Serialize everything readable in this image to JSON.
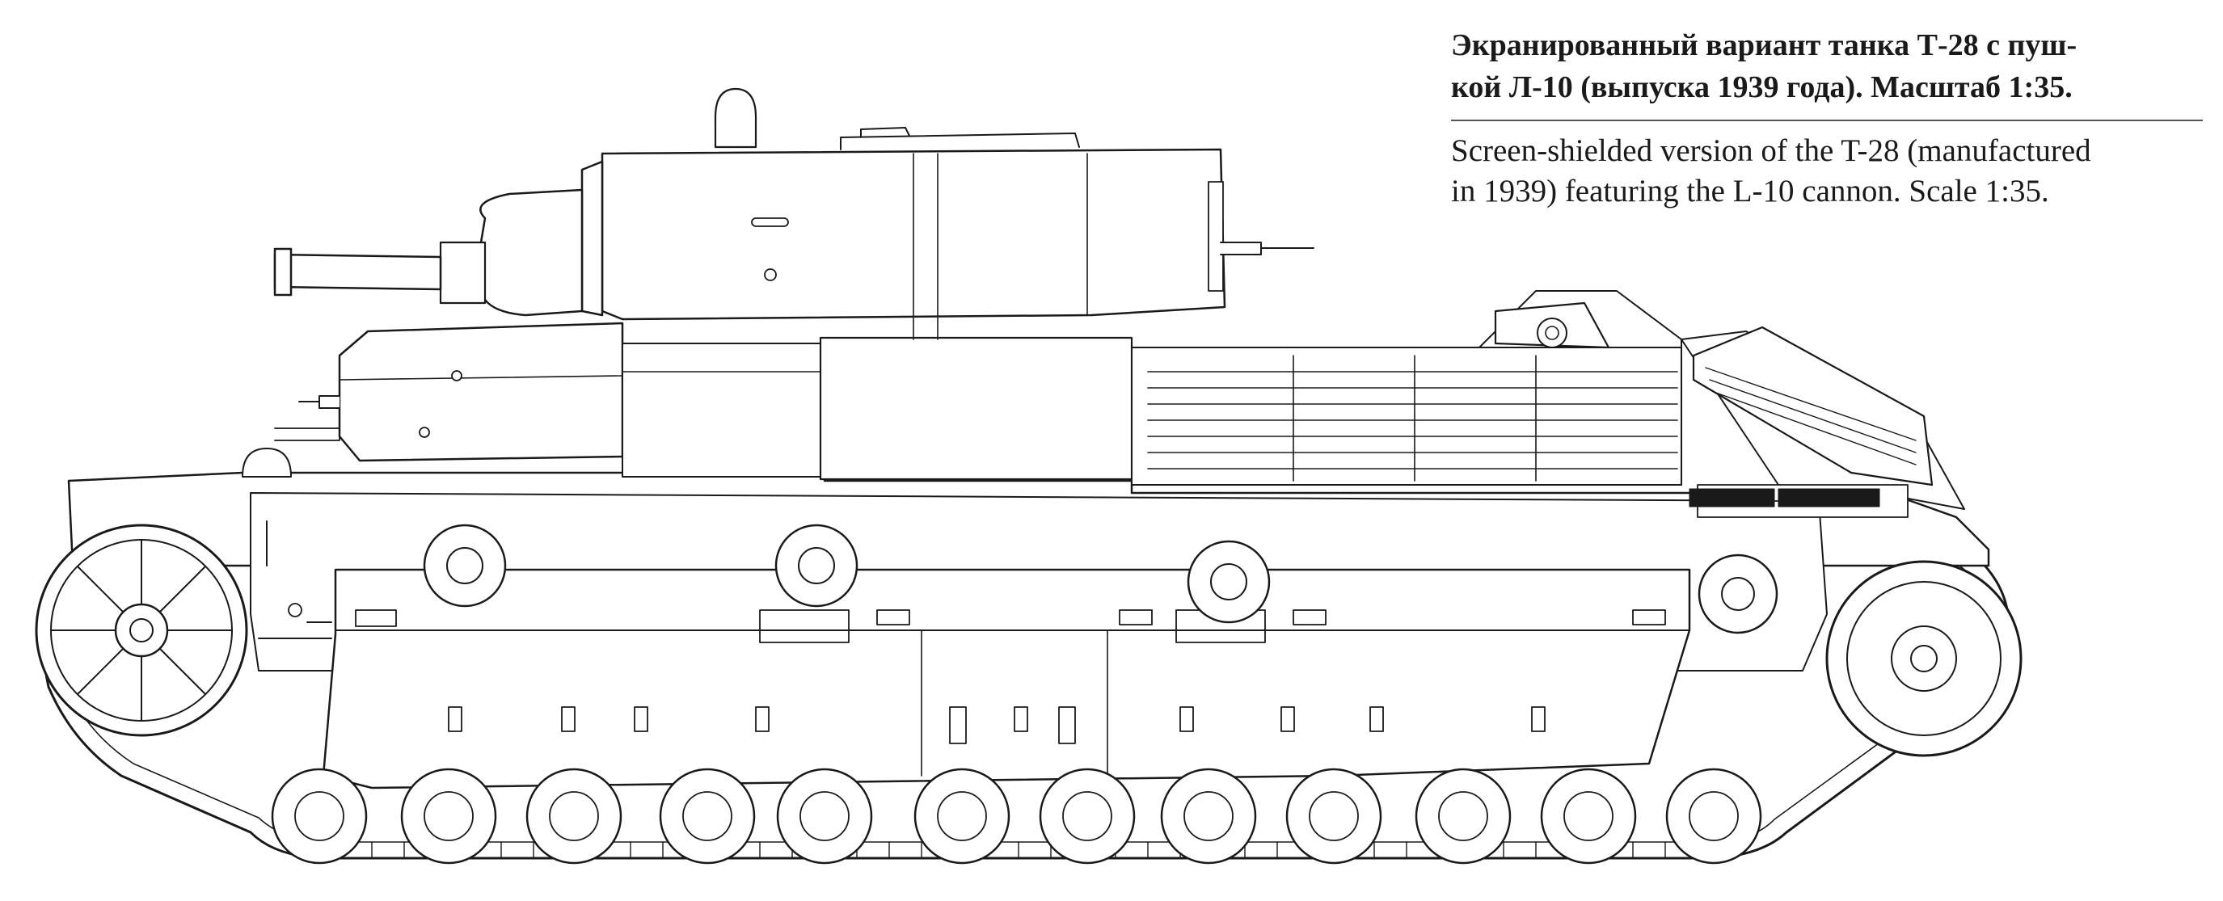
{
  "caption": {
    "russian_line_1": "Экранированный вариант танка Т-28 с пуш-",
    "russian_line_2": "кой Л-10 (выпуска 1939 года). Масштаб 1:35.",
    "english_line_1": "Screen-shielded version of the T-28 (manufactured",
    "english_line_2": "in 1939) featuring the L-10 cannon. Scale 1:35."
  },
  "drawing": {
    "line_color": "#1a1a1a",
    "fill_color": "#ffffff"
  }
}
